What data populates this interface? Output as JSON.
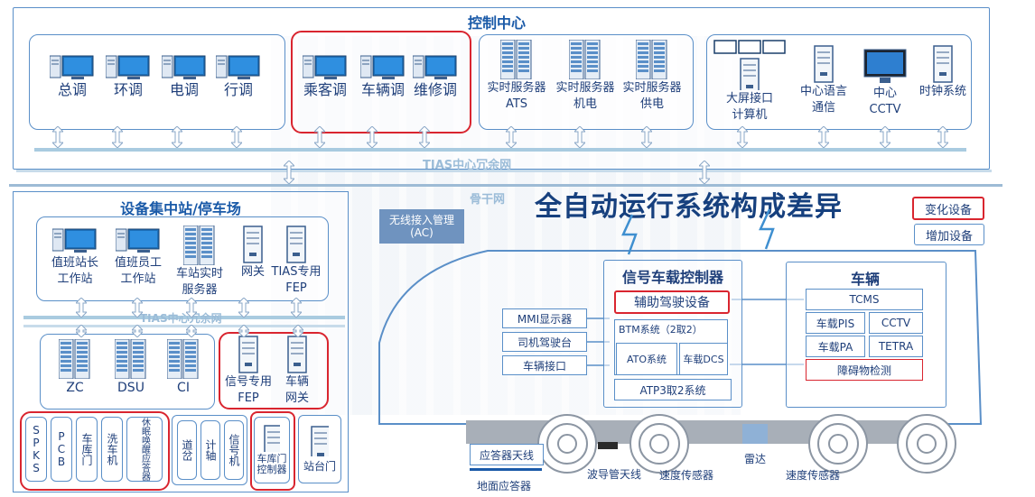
{
  "control_center": {
    "title": "控制中心",
    "dispatch": [
      "总调",
      "环调",
      "电调",
      "行调"
    ],
    "passenger_group": [
      "乘客调",
      "车辆调",
      "维修调"
    ],
    "servers": [
      {
        "line1": "实时服务器",
        "line2": "ATS"
      },
      {
        "line1": "实时服务器",
        "line2": "机电"
      },
      {
        "line1": "实时服务器",
        "line2": "供电"
      }
    ],
    "others": [
      {
        "line1": "大屏接口",
        "line2": "计算机"
      },
      {
        "line1": "中心语言",
        "line2": "通信"
      },
      {
        "line1": "中心",
        "line2": "CCTV"
      },
      {
        "line1": "时钟系统",
        "line2": ""
      }
    ],
    "network": "TIAS中心冗余网"
  },
  "backbone": "骨干网",
  "main_title": "全自动运行系统构成差异",
  "legend": {
    "changed": "变化设备",
    "added": "增加设备"
  },
  "depot": {
    "title": "设备集中站/停车场",
    "top": [
      {
        "line1": "值班站长",
        "line2": "工作站"
      },
      {
        "line1": "值班员工",
        "line2": "工作站"
      },
      {
        "line1": "车站实时",
        "line2": "服务器"
      },
      {
        "line1": "网关",
        "line2": ""
      },
      {
        "line1": "TIAS专用",
        "line2": "FEP"
      }
    ],
    "network": "TIAS中心冗余网",
    "mid": [
      "ZC",
      "DSU",
      "CI"
    ],
    "mid_red": [
      {
        "line1": "信号专用",
        "line2": "FEP"
      },
      {
        "line1": "车辆",
        "line2": "网关"
      }
    ],
    "bottom_red": [
      "SPKS",
      "PCB",
      "车库门",
      "洗车机",
      "休眠唤醒应答器"
    ],
    "bottom_other": [
      "道岔",
      "计轴",
      "信号机"
    ],
    "garage_ctrl": "车库门控制器",
    "platform_door": "站台门"
  },
  "wireless": {
    "line1": "无线接入管理",
    "line2": "(AC)"
  },
  "onboard": {
    "title": "信号车载控制器",
    "assist": "辅助驾驶设备",
    "btm": "BTM系统（2取2）",
    "ato": "ATO系统",
    "dcs": "车载DCS",
    "atp": "ATP3取2系统",
    "left": [
      "MMI显示器",
      "司机驾驶台",
      "车辆接口"
    ]
  },
  "vehicle": {
    "title": "车辆",
    "tcms": "TCMS",
    "pis": "车载PIS",
    "cctv": "CCTV",
    "pa": "车载PA",
    "tetra": "TETRA",
    "obstacle": "障碍物检测"
  },
  "bottom": {
    "transponder_antenna": "应答器天线",
    "ground_transponder": "地面应答器",
    "waveguide": "波导管天线",
    "speed1": "速度传感器",
    "radar": "雷达",
    "speed2": "速度传感器"
  },
  "colors": {
    "accent": "#1a5aa8",
    "red": "#d9252f",
    "border": "#5a8fc8"
  }
}
